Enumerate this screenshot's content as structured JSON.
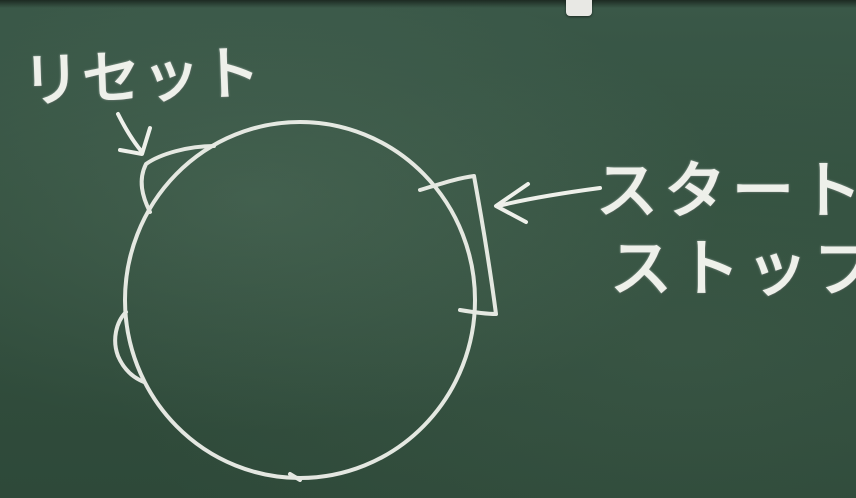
{
  "labels": {
    "reset": "リセット",
    "start": "スタート",
    "stop": "ストップ"
  },
  "colors": {
    "chalkboard": "#33503f",
    "chalk": "#eef0ea"
  },
  "icons": {
    "reset_arrow": "arrow-down-right-icon",
    "start_stop_arrow": "arrow-left-icon"
  }
}
